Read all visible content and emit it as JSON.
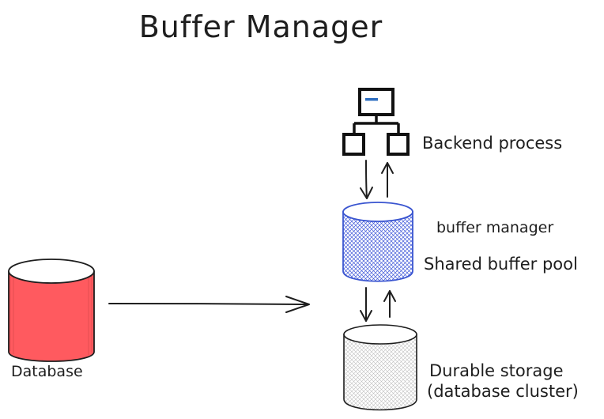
{
  "title": "Buffer Manager",
  "nodes": {
    "database": {
      "label": "Database",
      "fill_color": "#ff5a5f"
    },
    "backend": {
      "label": "Backend process",
      "icon": "network-icon",
      "accent_color": "#2f6fc0"
    },
    "buffer": {
      "caption": "buffer manager",
      "label": "Shared buffer pool",
      "hatch_color": "#4058d8"
    },
    "storage": {
      "label_line1": "Durable storage",
      "label_line2": "(database cluster)",
      "hatch_color": "#b8b8b8"
    }
  }
}
